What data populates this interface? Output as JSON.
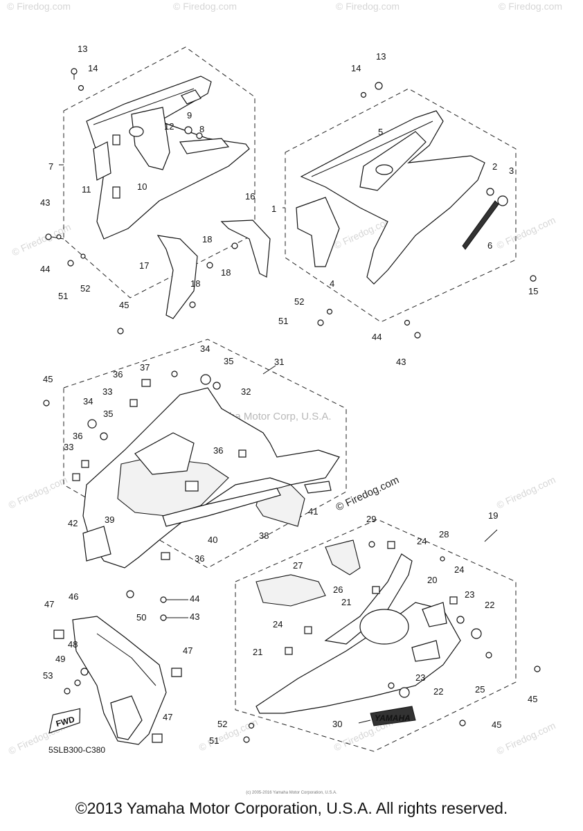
{
  "watermarks": {
    "corner": "© Firedog.com",
    "center": "© Yamaha Motor Corp, U.S.A.",
    "firedog": "© Firedog.com"
  },
  "diagram": {
    "part_code": "5SLB300-C380",
    "fwd_label": "FWD",
    "decal_label": "YAMAHA",
    "callouts": [
      "1",
      "2",
      "3",
      "4",
      "5",
      "6",
      "7",
      "8",
      "9",
      "10",
      "11",
      "12",
      "13",
      "14",
      "15",
      "16",
      "17",
      "18",
      "19",
      "20",
      "21",
      "22",
      "23",
      "24",
      "25",
      "26",
      "27",
      "28",
      "29",
      "30",
      "31",
      "32",
      "33",
      "34",
      "35",
      "36",
      "37",
      "38",
      "39",
      "40",
      "41",
      "42",
      "43",
      "44",
      "45",
      "46",
      "47",
      "48",
      "49",
      "50",
      "51",
      "52",
      "53"
    ]
  },
  "footer": {
    "tiny_note": "(c) 2005-2016 Yamaha Motor Corporation, U.S.A.",
    "copyright": "©2013 Yamaha Motor Corporation, U.S.A. All rights reserved."
  }
}
